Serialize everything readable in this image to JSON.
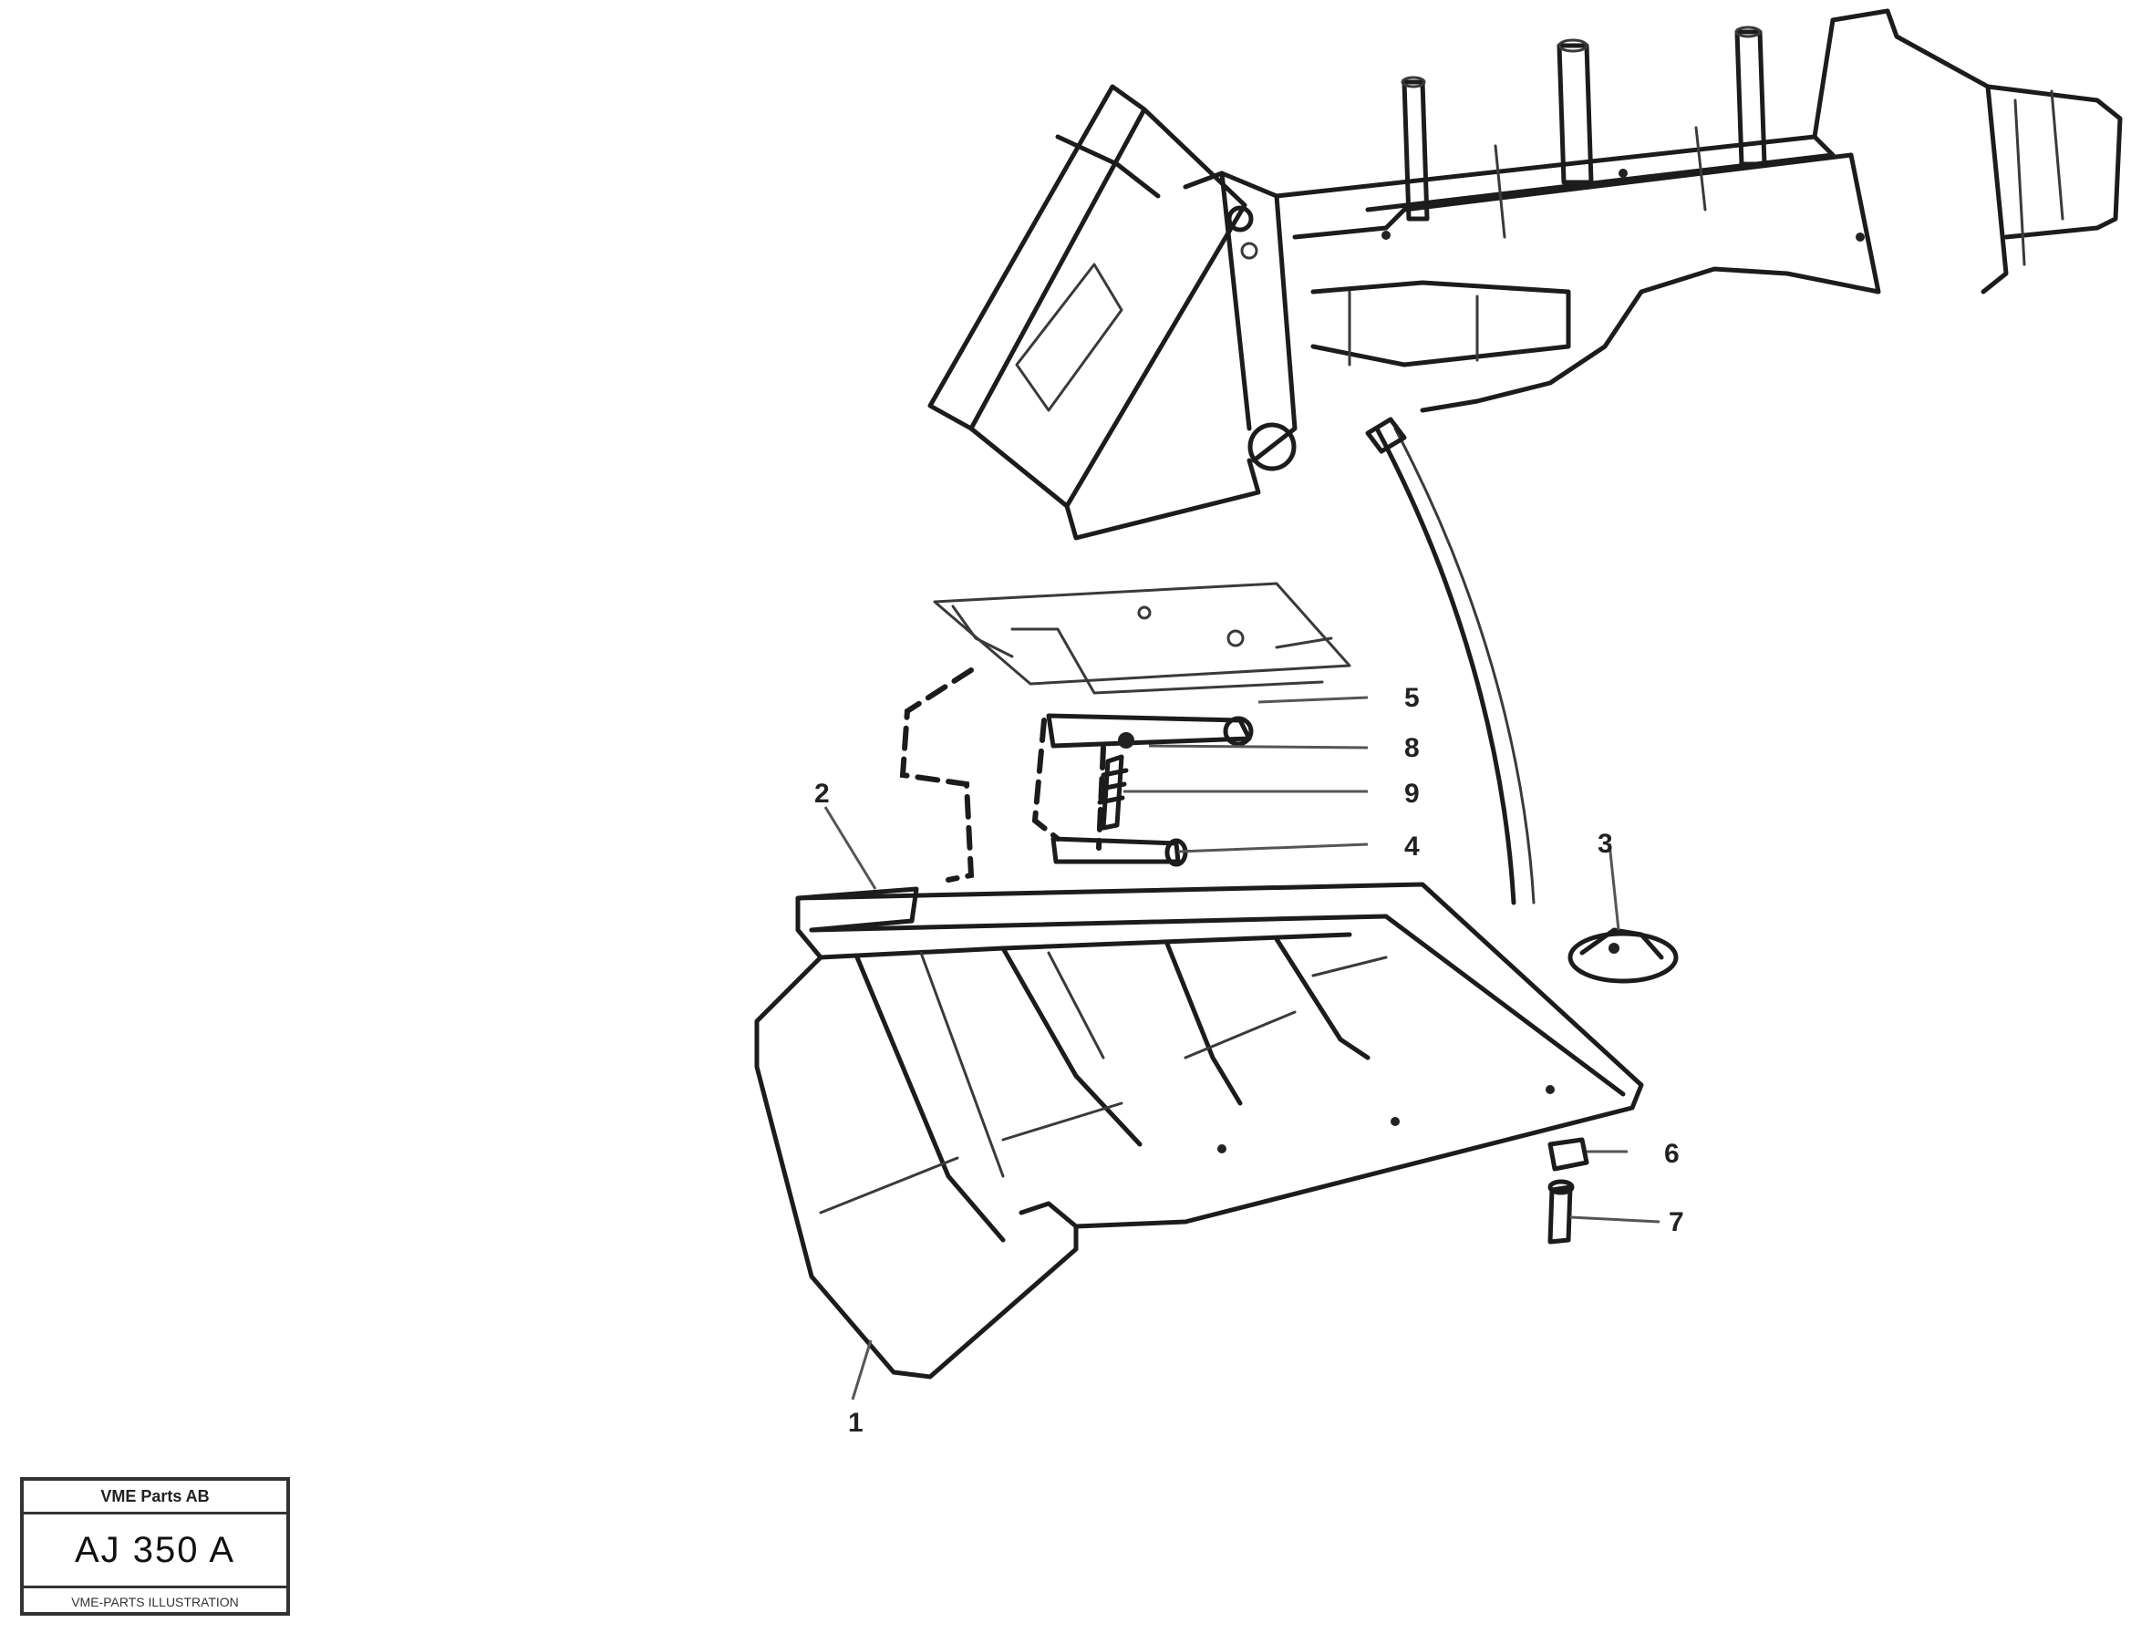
{
  "callouts": [
    {
      "id": "c1",
      "label": "1"
    },
    {
      "id": "c2",
      "label": "2"
    },
    {
      "id": "c3",
      "label": "3"
    },
    {
      "id": "c4",
      "label": "4"
    },
    {
      "id": "c5",
      "label": "5"
    },
    {
      "id": "c6",
      "label": "6"
    },
    {
      "id": "c7",
      "label": "7"
    },
    {
      "id": "c8",
      "label": "8"
    },
    {
      "id": "c9",
      "label": "9"
    }
  ],
  "title_block": {
    "company": "VME Parts AB",
    "drawing_code": "AJ 350 A",
    "footer": "VME-PARTS ILLUSTRATION"
  }
}
